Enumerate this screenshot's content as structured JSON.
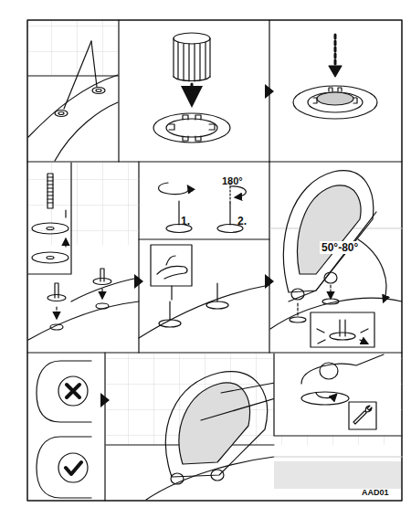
{
  "diagram": {
    "labels": [
      "1.",
      "180°",
      "2.",
      "50°-80°",
      "AAD01"
    ]
  }
}
